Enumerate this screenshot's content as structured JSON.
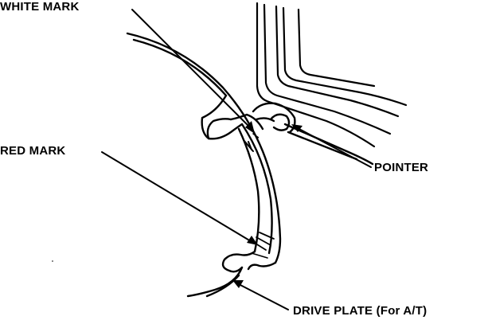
{
  "labels": {
    "white_mark": "WHITE MARK",
    "red_mark": "RED MARK",
    "pointer": "POINTER",
    "drive_plate": "DRIVE PLATE (For A/T)"
  },
  "colors": {
    "ink": "#000000",
    "paper": "#ffffff"
  }
}
